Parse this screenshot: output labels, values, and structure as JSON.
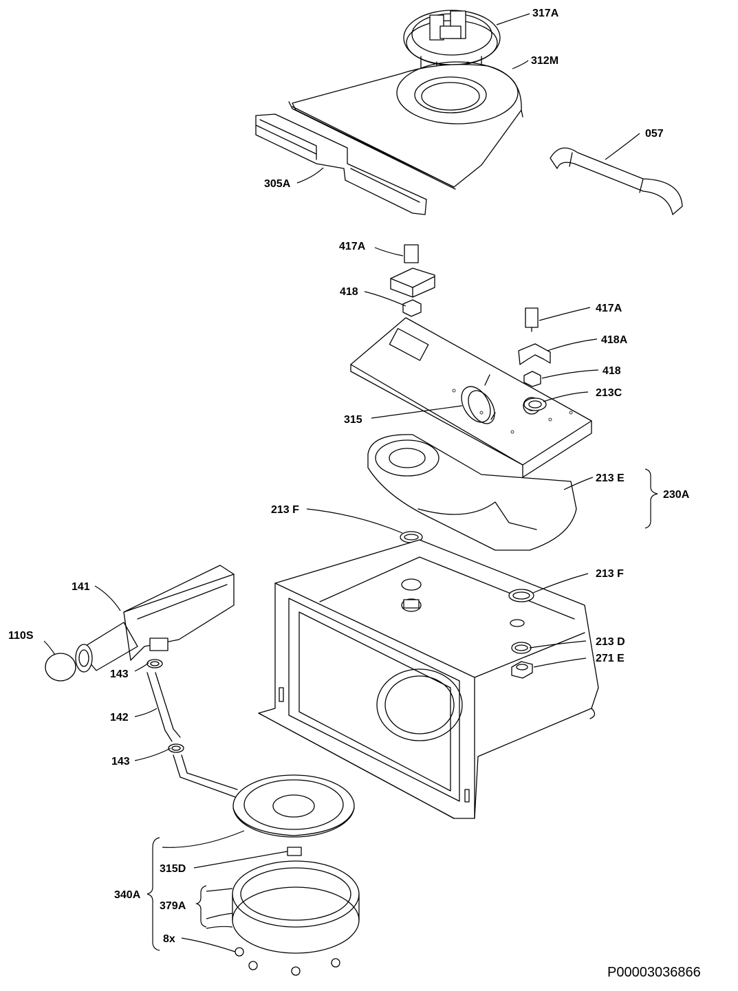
{
  "labels": {
    "l317A": "317A",
    "l312M": "312M",
    "l057": "057",
    "l305A": "305A",
    "l417A_top": "417A",
    "l418_top": "418",
    "l417A_right": "417A",
    "l418A": "418A",
    "l418_right": "418",
    "l213C": "213C",
    "l315": "315",
    "l213E": "213 E",
    "l230A": "230A",
    "l213F_left": "213 F",
    "l213F_right": "213 F",
    "l141": "141",
    "l110S": "110S",
    "l143_top": "143",
    "l142": "142",
    "l143_bottom": "143",
    "l213D": "213 D",
    "l271E": "271 E",
    "l315D": "315D",
    "l340A": "340A",
    "l379A": "379A",
    "l8x": "8x"
  },
  "drawing_code": "P00003036866"
}
